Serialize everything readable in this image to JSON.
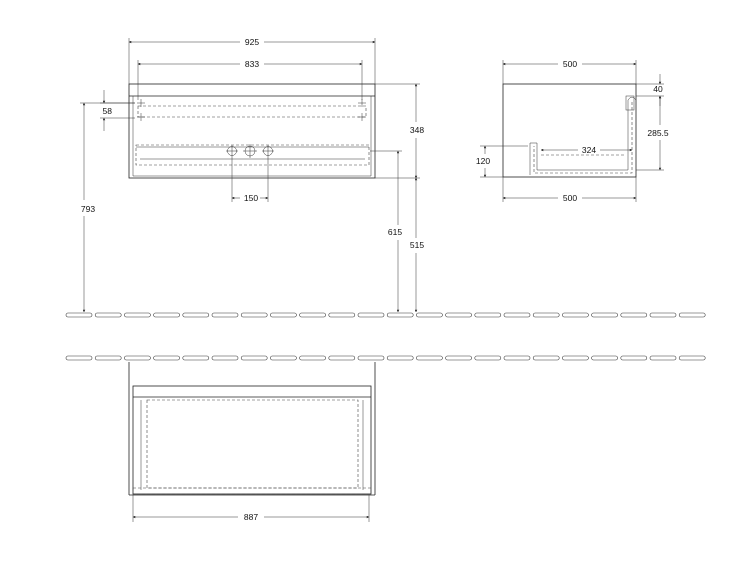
{
  "drawing": {
    "front_view": {
      "width_overall": "925",
      "width_inner": "833",
      "drawer_top_offset": "58",
      "height_cabinet": "348",
      "total_height": "793",
      "height_top_to_floor": "615",
      "height_bottom_to_floor": "515",
      "siphon_spacing": "150"
    },
    "side_view": {
      "depth_top": "500",
      "depth_bottom": "500",
      "top_thickness": "40",
      "inner_height": "285.5",
      "inner_depth": "324",
      "cutout_height": "120"
    },
    "top_view": {
      "width_inner": "887"
    }
  }
}
